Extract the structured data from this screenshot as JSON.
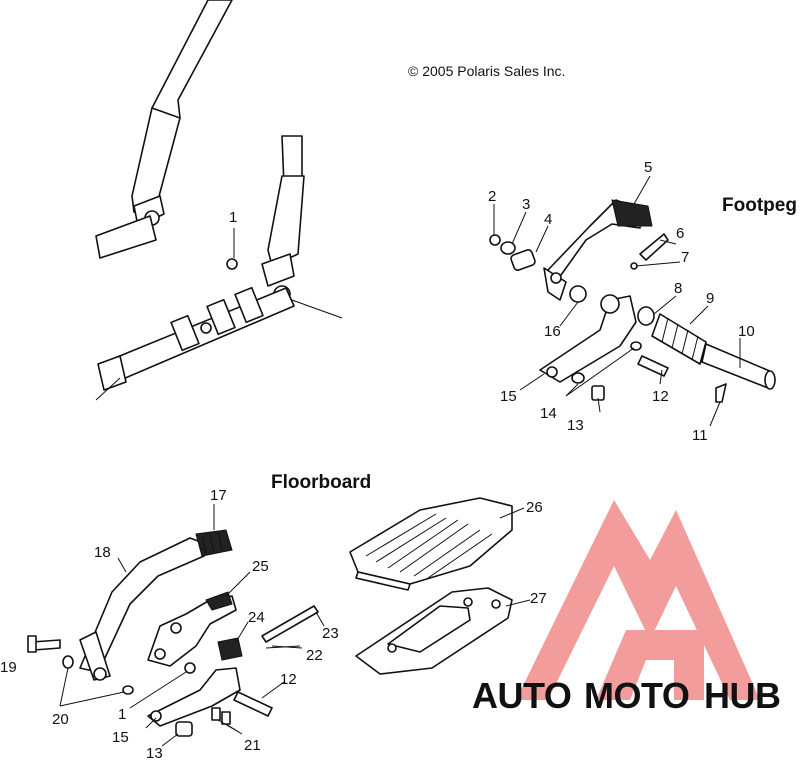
{
  "copyright": "© 2005 Polaris Sales Inc.",
  "sections": {
    "footpeg": "Footpeg",
    "floorboard": "Floorboard"
  },
  "callouts": {
    "frame": [
      "1"
    ],
    "footpeg": [
      "2",
      "3",
      "4",
      "5",
      "6",
      "7",
      "8",
      "9",
      "10",
      "11",
      "12",
      "13",
      "14",
      "15",
      "16"
    ],
    "floorboard": [
      "17",
      "18",
      "19",
      "20",
      "1",
      "15",
      "13",
      "21",
      "12",
      "22",
      "23",
      "24",
      "25",
      "26",
      "27"
    ]
  },
  "watermark": {
    "auto": "AUTO",
    "moto": "MOTO",
    "hub": "HUB",
    "colors": {
      "auto": "#f5c24a",
      "moto": "#f4a3a3",
      "hub": "#8a8a8a",
      "logo": "#f28b8b"
    }
  }
}
